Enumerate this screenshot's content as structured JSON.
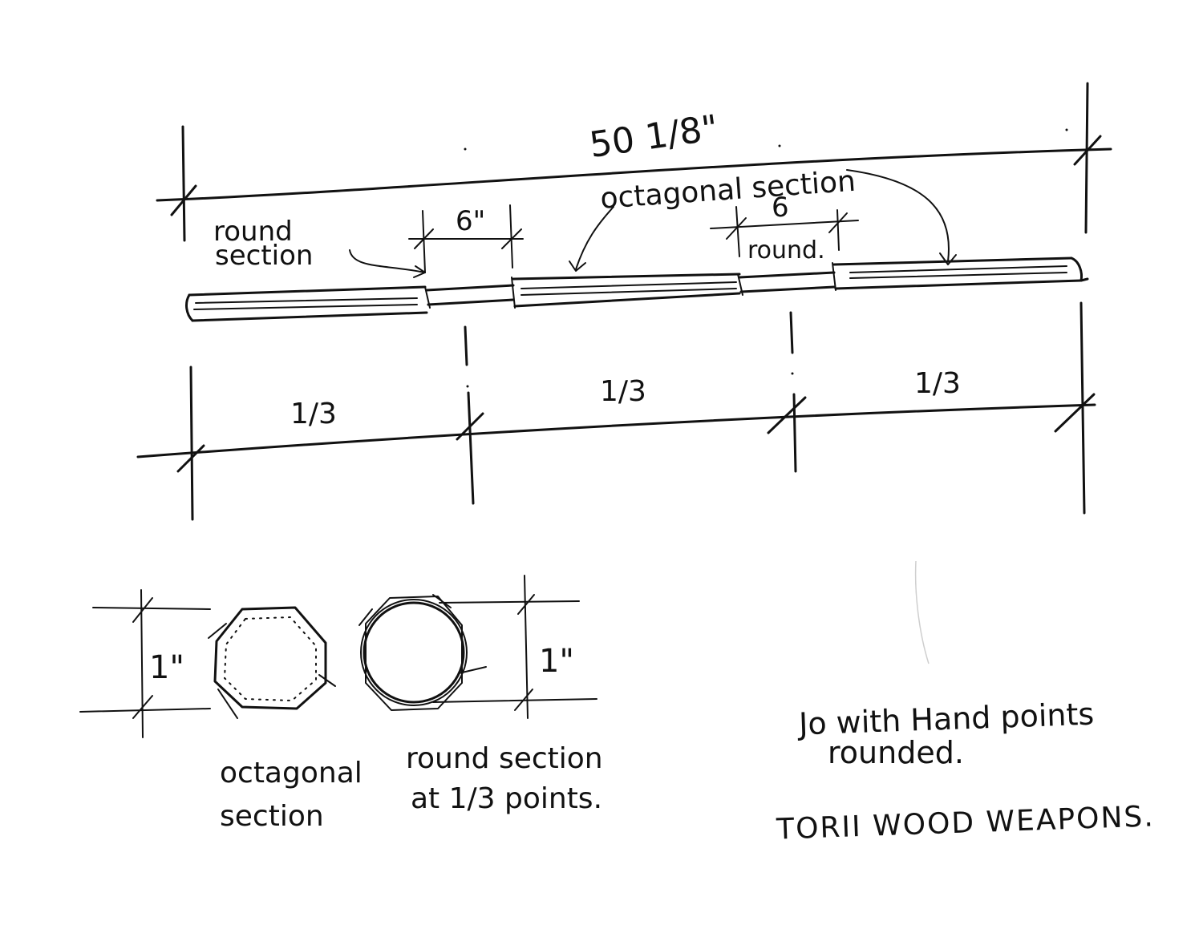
{
  "labels": {
    "overall_length": "50 1/8\"",
    "octagonal_section": "octagonal section",
    "six_inch_left": "6\"",
    "six_inch_right": "6",
    "round_section_line1": "round",
    "round_section_line2": "section",
    "round": "round.",
    "third_1": "1/3",
    "third_2": "1/3",
    "third_3": "1/3",
    "one_inch_left": "1\"",
    "one_inch_right": "1\"",
    "octagonal_caption_line1": "octagonal",
    "octagonal_caption_line2": "section",
    "round_caption_line1": "round section",
    "round_caption_line2": "at 1/3 points.",
    "note_line1": "Jo with Hand points",
    "note_line2": "rounded.",
    "note_line3": "TORII WOOD WEAPONS."
  },
  "colors": {
    "ink": "#111111",
    "paper": "#ffffff"
  }
}
